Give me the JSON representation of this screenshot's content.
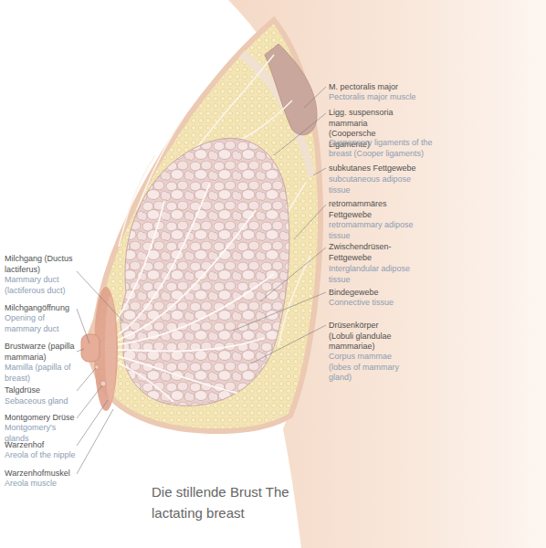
{
  "diagram": {
    "caption": "Die stillende Brust The lactating breast",
    "labels": [
      "Milchgang (Ductus lactiferus)",
      "Mammary duct (lactiferous duct)",
      "Milchgangöffnung",
      "Opening of mammary duct",
      "Brustwarze (papilla mammaria)",
      "Mamilla (papilla of breast)",
      "Talgdrüse",
      "Sebaceous gland",
      "Montgomery Drüse",
      "Montgomery's glands",
      "Warzenhof",
      "Areola of the nipple",
      "Warzenhofmuskel",
      "Areola muscle",
      "M. pectoralis major",
      "Pectoralis major muscle",
      "Ligg. suspensoria mammaria (Coopersche Ligamente)",
      "Suspensory ligaments of the breast (Cooper ligaments)",
      "subkutanes Fettgewebe",
      "subcutaneous adipose tissue",
      "retromammäres Fettgewebe",
      "retromammary adipose tissue",
      "Zwischendrüsen- Fettgewebe",
      "Interglandular adipose tissue",
      "Bindegewebe",
      "Connective tissue",
      "Drüsenkörper (Lobuli glandulae mammariae)",
      "Corpus mammae (lobes of mammary gland)"
    ]
  }
}
